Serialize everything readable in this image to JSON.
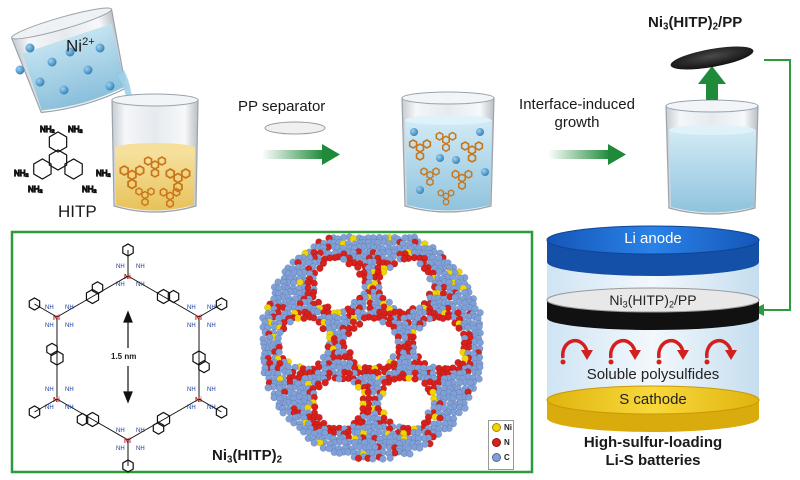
{
  "steps": {
    "ni_ion": {
      "symbol": "Ni",
      "charge": "2+"
    },
    "ligand_name": "HITP",
    "ligand_group": "NH₂",
    "arrow1_label": "PP separator",
    "arrow2_label_line1": "Interface-induced",
    "arrow2_label_line2": "growth",
    "product": {
      "prefix": "Ni",
      "sub": "3",
      "middle": "(HITP)",
      "sub2": "2",
      "suffix": "/PP"
    }
  },
  "framework": {
    "title": {
      "prefix": "Ni",
      "sub": "3",
      "middle": "(HITP)",
      "sub2": "2"
    },
    "pore_size": "1.5 nm",
    "node_metal": "Ni",
    "linker_group": "NH",
    "legend": [
      {
        "symbol": "Ni",
        "color": "#f2d400"
      },
      {
        "symbol": "N",
        "color": "#d8201c"
      },
      {
        "symbol": "C",
        "color": "#7fa0d8"
      }
    ]
  },
  "battery": {
    "anode": "Li anode",
    "separator": {
      "prefix": "Ni",
      "sub": "3",
      "middle": "(HITP)",
      "sub2": "2",
      "suffix": "/PP"
    },
    "middle_label": "Soluble polysulfides",
    "cathode": "S cathode",
    "caption_line1": "High-sulfur-loading",
    "caption_line2": "Li-S batteries"
  },
  "colors": {
    "arrow_green": "#1e8a3a",
    "frame_green": "#2e9a3e",
    "anode_blue": "#1e6fd9",
    "cathode_yellow": "#f2cc1a",
    "polysulfide_red": "#d41f1f",
    "solution_yellow": "#f0d27a",
    "solution_blue": "#b8dcee",
    "mof_blue": "#7fa0d8",
    "mof_red": "#d8201c",
    "mof_yellow": "#f2d400"
  }
}
